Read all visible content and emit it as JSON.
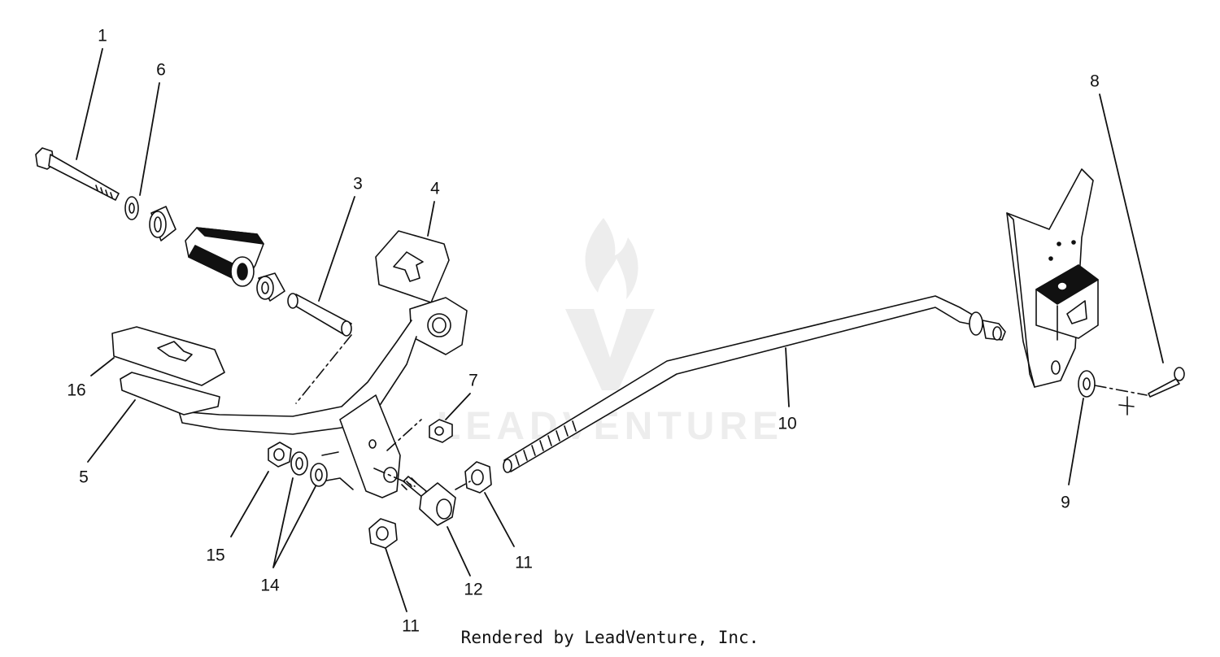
{
  "diagram": {
    "callouts": [
      {
        "key": "c1",
        "label": "1"
      },
      {
        "key": "c6",
        "label": "6"
      },
      {
        "key": "c3",
        "label": "3"
      },
      {
        "key": "c4",
        "label": "4"
      },
      {
        "key": "c8",
        "label": "8"
      },
      {
        "key": "c16",
        "label": "16"
      },
      {
        "key": "c7",
        "label": "7"
      },
      {
        "key": "c10",
        "label": "10"
      },
      {
        "key": "c5",
        "label": "5"
      },
      {
        "key": "c9",
        "label": "9"
      },
      {
        "key": "c15",
        "label": "15"
      },
      {
        "key": "c11a",
        "label": "11"
      },
      {
        "key": "c14",
        "label": "14"
      },
      {
        "key": "c12",
        "label": "12"
      },
      {
        "key": "c11b",
        "label": "11"
      }
    ],
    "watermark_text": "LEADVENTURE",
    "footer": "Rendered by LeadVenture, Inc."
  },
  "colors": {
    "line": "#111111",
    "part_fill": "#ffffff",
    "watermark": "#ededed"
  }
}
